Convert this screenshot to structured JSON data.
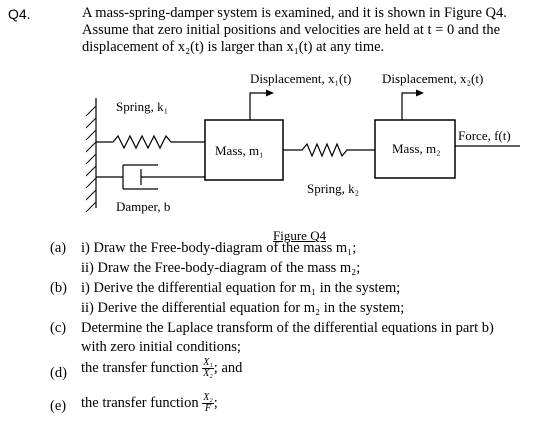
{
  "question": {
    "number": "Q4.",
    "statement": [
      "A mass-spring-damper system is examined, and it is shown in Figure Q4.",
      "Assume that zero initial positions and velocities are held at t = 0 and the",
      "displacement of x₂(t) is larger than x₁(t) at any time."
    ]
  },
  "figure": {
    "disp1_label": "Displacement, x₁(t)",
    "disp2_label": "Displacement, x₂(t)",
    "spring1_label": "Spring, k₁",
    "damper_label": "Damper, b",
    "mass1_label": "Mass, m₁",
    "mass2_label": "Mass, m₂",
    "spring2_label": "Spring, k₂",
    "force_label": "Force, f(t)",
    "caption": "Figure Q4"
  },
  "parts": {
    "a_marker": "(a)",
    "a_i": "i) Draw the Free-body-diagram of the mass m₁;",
    "a_ii": "ii) Draw the Free-body-diagram of the mass m₂;",
    "b_marker": "(b)",
    "b_i": "i) Derive the differential equation for m₁ in the system;",
    "b_ii": "ii) Derive the differential equation for m₂ in the system;",
    "c_marker": "(c)",
    "c_line1": "Determine the Laplace transform of the differential equations in part b)",
    "c_line2": "with zero initial conditions;",
    "d_marker": "(d)",
    "d_text": "the transfer function",
    "d_num": "X₁",
    "d_den": "X₂",
    "d_suffix": "; and",
    "e_marker": "(e)",
    "e_text": "the transfer function",
    "e_num": "X₂",
    "e_den": "F",
    "e_suffix": ";"
  }
}
